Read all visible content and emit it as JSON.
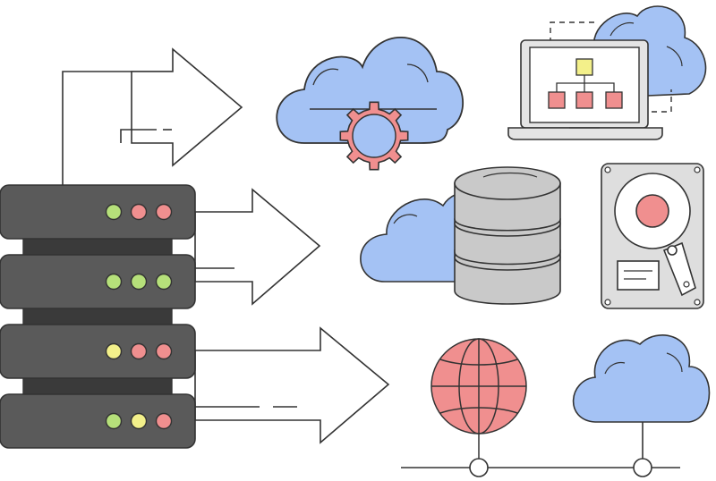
{
  "palette": {
    "outline": "#333333",
    "server_body": "#5a5a5a",
    "server_gap": "#3a3a3a",
    "cloud_blue": "#a4c2f4",
    "pink": "#f08f8f",
    "green": "#b6e07a",
    "yellow": "#f3f08a",
    "db_gray": "#c9c9c9",
    "hdd_gray": "#dedede",
    "laptop_gray": "#e4e4e4",
    "screen_white": "#ffffff",
    "line_gray": "#555555"
  },
  "server_rack": {
    "units": [
      {
        "leds": [
          "green",
          "pink",
          "pink"
        ]
      },
      {
        "leds": [
          "green",
          "green",
          "green"
        ]
      },
      {
        "leds": [
          "yellow",
          "pink",
          "pink"
        ]
      },
      {
        "leds": [
          "green",
          "yellow",
          "pink"
        ]
      }
    ]
  },
  "icons": {
    "gear_cloud": "cloud-gear-icon",
    "laptop": "laptop-org-chart-icon",
    "database": "database-cloud-icon",
    "hard_drive": "hard-drive-icon",
    "globe": "globe-network-icon",
    "cloud_network": "cloud-network-icon"
  }
}
